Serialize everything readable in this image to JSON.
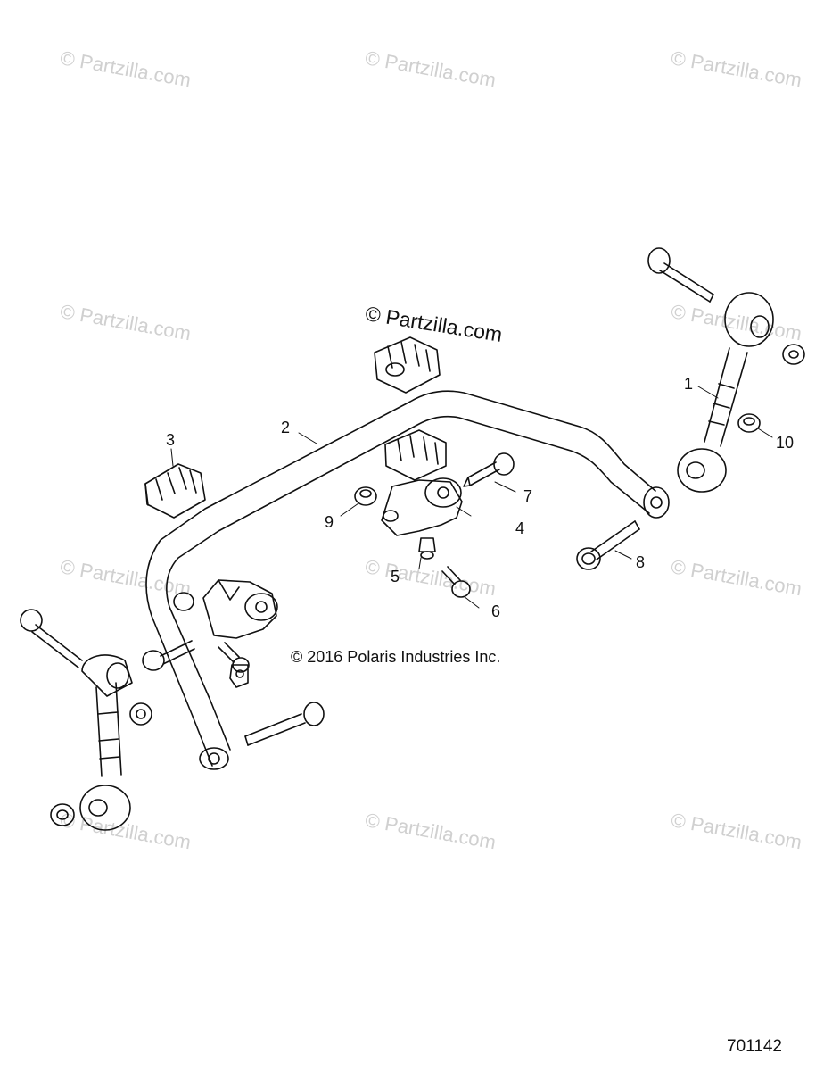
{
  "watermark_text": "© Partzilla.com",
  "brand_watermark": "© Partzilla.com",
  "copyright": "© 2016 Polaris Industries Inc.",
  "diagram_id": "701142",
  "callouts": [
    {
      "label": "1",
      "part": "stabilizer-link"
    },
    {
      "label": "2",
      "part": "stabilizer-bar"
    },
    {
      "label": "3",
      "part": "bushing"
    },
    {
      "label": "4",
      "part": "bushing-clamp"
    },
    {
      "label": "5",
      "part": "grease-fitting"
    },
    {
      "label": "6",
      "part": "bolt"
    },
    {
      "label": "7",
      "part": "bolt"
    },
    {
      "label": "8",
      "part": "bolt"
    },
    {
      "label": "9",
      "part": "nut"
    },
    {
      "label": "10",
      "part": "nut"
    }
  ]
}
